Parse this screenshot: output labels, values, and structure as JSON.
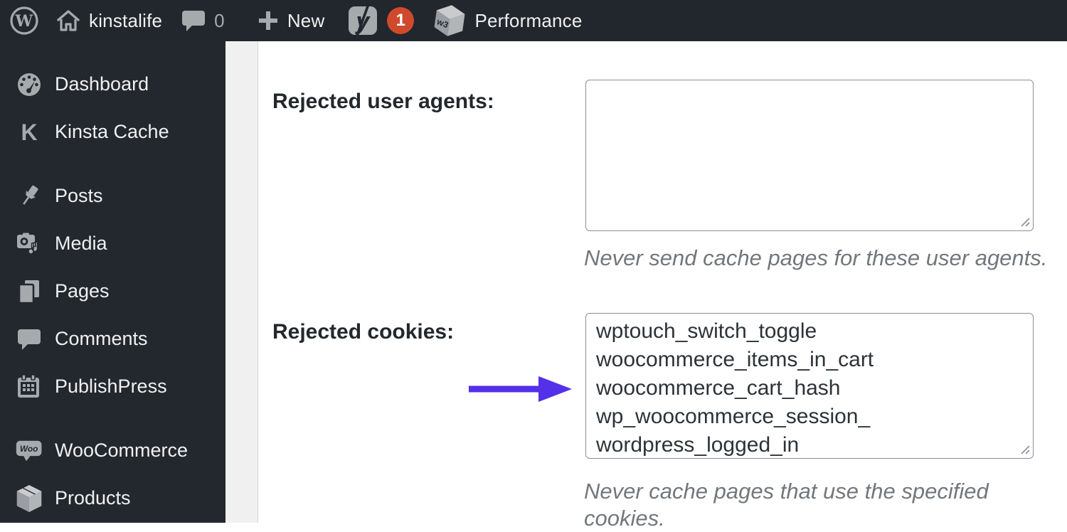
{
  "admin_bar": {
    "site_name": "kinstalife",
    "comments_count": "0",
    "new_label": "New",
    "yoast_badge_count": "1",
    "performance_label": "Performance",
    "icons": [
      "wordpress-logo-icon",
      "home-icon",
      "comment-bubble-icon",
      "plus-icon",
      "yoast-seo-icon",
      "w3tc-cube-icon"
    ]
  },
  "icon_glyphs": {
    "wordpress_logo": "W",
    "kinsta_k": "K",
    "yoast_y": "y",
    "w3tc_cube": "w3",
    "woocommerce_bubble": "Woo"
  },
  "sidebar": {
    "items": [
      {
        "label": "Dashboard",
        "icon": "dashboard-gauge-icon"
      },
      {
        "label": "Kinsta Cache",
        "icon": "kinsta-k-icon"
      },
      {
        "label": "Posts",
        "icon": "pushpin-icon",
        "separator_before": true
      },
      {
        "label": "Media",
        "icon": "camera-media-icon"
      },
      {
        "label": "Pages",
        "icon": "pages-icon"
      },
      {
        "label": "Comments",
        "icon": "comment-bubble-icon"
      },
      {
        "label": "PublishPress",
        "icon": "calendar-icon"
      },
      {
        "label": "WooCommerce",
        "icon": "woo-bubble-icon",
        "separator_before": true
      },
      {
        "label": "Products",
        "icon": "product-box-icon"
      }
    ]
  },
  "main": {
    "fields": [
      {
        "label": "Rejected user agents:",
        "value": "",
        "help": "Never send cache pages for these user agents."
      },
      {
        "label": "Rejected cookies:",
        "value": "wptouch_switch_toggle\nwoocommerce_items_in_cart\nwoocommerce_cart_hash\nwp_woocommerce_session_\nwordpress_logged_in",
        "help": "Never cache pages that use the specified cookies."
      }
    ],
    "annotation": {
      "type": "arrow",
      "points_to": "rejected-cookies-textarea"
    }
  },
  "colors": {
    "accent_arrow": "#5430e8",
    "badge": "#d0492c",
    "chrome_bg": "#23282e",
    "icon_gray": "#a7aaad"
  }
}
